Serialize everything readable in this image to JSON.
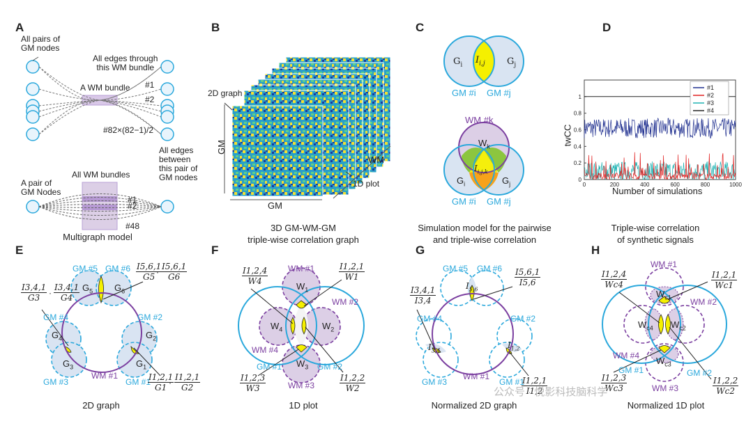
{
  "panels": {
    "A": {
      "letter": "A",
      "all_pairs": "All pairs of\nGM nodes",
      "all_edges_through": "All edges through\nthis WM bundle",
      "a_wm_bundle": "A WM bundle",
      "edge1": "#1",
      "edge2": "#2",
      "edge_last": "#82×(82−1)/2",
      "all_wm_bundles": "All WM bundles",
      "all_edges_between": "All edges\nbetween\nthis pair of\nGM nodes",
      "a_pair": "A pair of\nGM Nodes",
      "b1": "#1",
      "b2": "#2",
      "b48": "#48",
      "caption": "Multigraph model"
    },
    "B": {
      "letter": "B",
      "graph2d": "2D graph",
      "gm_y": "GM",
      "gm_x": "GM",
      "wm": "WM",
      "plot1d": "1D plot",
      "caption_line1": "3D GM-WM-GM",
      "caption_line2": "triple-wise correlation graph"
    },
    "C": {
      "letter": "C",
      "gi": "G",
      "gi_sub": "i",
      "gj": "G",
      "gj_sub": "j",
      "iij": "I",
      "iij_sub": "i,j",
      "gm_i": "GM #i",
      "gm_j": "GM #j",
      "wm_k": "WM #k",
      "wk": "W",
      "wk_sub": "k",
      "iijk": "I",
      "iijk_sub": "i,j,k",
      "gi2": "G",
      "gi2_sub": "i",
      "gj2": "G",
      "gj2_sub": "j",
      "gm_i2": "GM #i",
      "gm_j2": "GM #j",
      "caption_line1": "Simulation model for the pairwise",
      "caption_line2": "and triple-wise correlation"
    },
    "D": {
      "letter": "D",
      "ylabel": "twCC",
      "xlabel": "Number of simulations",
      "caption_line1": "Triple-wise  correlation",
      "caption_line2": "of synthetic signals"
    },
    "E": {
      "letter": "E",
      "gm5": "GM #5",
      "gm6": "GM #6",
      "gm4": "GM #4",
      "gm2": "GM #2",
      "gm3": "GM #3",
      "gm1": "GM #1",
      "wm1": "WM #1",
      "g5": "G",
      "g5s": "5",
      "g6": "G",
      "g6s": "6",
      "g4": "G",
      "g4s": "4",
      "g2": "G",
      "g2s": "2",
      "g3": "G",
      "g3s": "3",
      "g1": "G",
      "g1s": "1",
      "f561_num": "I5,6,1",
      "f561_den1": "G5",
      "f561_den2": "G6",
      "f341_num": "I3,4,1",
      "f341_den1": "G3",
      "f341_den2": "G4",
      "f121_num": "I1,2,1",
      "f121_den1": "G1",
      "f121_den2": "G2",
      "dot": "·",
      "caption": "2D graph"
    },
    "F": {
      "letter": "F",
      "wm1": "WM #1",
      "wm2": "WM #2",
      "wm3": "WM #3",
      "wm4": "WM #4",
      "gm1": "GM #1",
      "gm2": "GM #2",
      "w1": "W",
      "w1s": "1",
      "w2": "W",
      "w2s": "2",
      "w3": "W",
      "w3s": "3",
      "w4": "W",
      "w4s": "4",
      "f124_num": "I1,2,4",
      "f124_den": "W4",
      "f121_num": "I1,2,1",
      "f121_den": "W1",
      "f123_num": "I1,2,3",
      "f123_den": "W3",
      "f122_num": "I1,2,2",
      "f122_den": "W2",
      "caption": "1D plot"
    },
    "G": {
      "letter": "G",
      "gm5": "GM #5",
      "gm6": "GM #6",
      "gm4": "GM #4",
      "gm2": "GM #2",
      "gm3": "GM #3",
      "gm1": "GM #1",
      "wm1": "WM #1",
      "i56": "I",
      "i56s": "5,6",
      "i34": "I",
      "i34s": "3,4",
      "i12": "I",
      "i12s": "1,2",
      "f561_num": "I5,6,1",
      "f561_den": "I5,6",
      "f341_num": "I3,4,1",
      "f341_den": "I3,4",
      "f121_num": "I1,2,1",
      "f121_den": "I1,2",
      "caption": "Normalized 2D graph"
    },
    "H": {
      "letter": "H",
      "wm1": "WM #1",
      "wm2": "WM #2",
      "wm3": "WM #3",
      "wm4": "WM #4",
      "gm1": "GM #1",
      "gm2": "GM #2",
      "wc1": "W",
      "wc1s": "c1",
      "wc2": "W",
      "wc2s": "c2",
      "wc3": "W",
      "wc3s": "c3",
      "wc4": "W",
      "wc4s": "c4",
      "f124_num": "I1,2,4",
      "f124_den": "Wc4",
      "f121_num": "I1,2,1",
      "f121_den": "Wc1",
      "f123_num": "I1,2,3",
      "f123_den": "Wc3",
      "f122_num": "I1,2,2",
      "f122_den": "Wc2",
      "caption": "Normalized 1D plot"
    }
  },
  "watermark": "公众号 · 悦影科技脑科学",
  "colors": {
    "gm_blue": "#2aa8dc",
    "wm_purple": "#7b3fa0",
    "yellow": "#f5f000",
    "light_blue_fill": "#d9e4f2",
    "light_purple_fill": "#dccfe6",
    "green": "#8cc63f",
    "orange": "#f7a21b",
    "edge_gray": "#777777"
  },
  "chart_data": {
    "type": "line",
    "xlabel": "Number of simulations",
    "ylabel": "twCC",
    "xlim": [
      0,
      1000
    ],
    "ylim": [
      0,
      1.2
    ],
    "xticks": [
      0,
      200,
      400,
      600,
      800,
      1000
    ],
    "yticks": [
      0,
      0.2,
      0.4,
      0.6,
      0.8,
      1
    ],
    "legend_position": "top-right",
    "series": [
      {
        "name": "#1",
        "color": "#1f2f8f",
        "mean": 0.62,
        "spread": 0.12
      },
      {
        "name": "#2",
        "color": "#e02020",
        "mean": 0.05,
        "spread": 0.2
      },
      {
        "name": "#3",
        "color": "#1fb3b3",
        "mean": 0.1,
        "spread": 0.12
      },
      {
        "name": "#4",
        "color": "#222222",
        "mean": 1.0,
        "spread": 0
      }
    ]
  }
}
